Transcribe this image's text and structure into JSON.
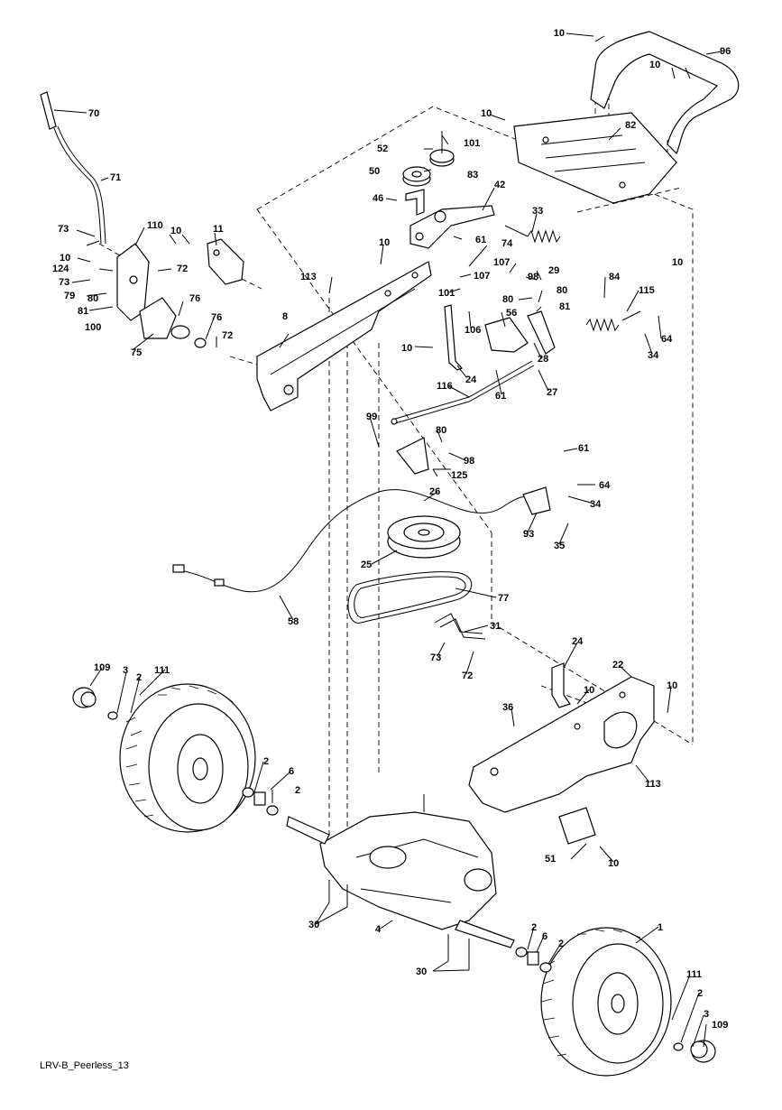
{
  "footer": {
    "label": "LRV-B_Peerless_13"
  },
  "callouts": [
    {
      "id": "c10a",
      "text": "10"
    },
    {
      "id": "c96",
      "text": "96"
    },
    {
      "id": "c10b",
      "text": "10"
    },
    {
      "id": "c10c",
      "text": "10"
    },
    {
      "id": "c82",
      "text": "82"
    },
    {
      "id": "c52",
      "text": "52"
    },
    {
      "id": "c101a",
      "text": "101"
    },
    {
      "id": "c50",
      "text": "50"
    },
    {
      "id": "c83",
      "text": "83"
    },
    {
      "id": "c46",
      "text": "46"
    },
    {
      "id": "c42",
      "text": "42"
    },
    {
      "id": "c33",
      "text": "33"
    },
    {
      "id": "c10d",
      "text": "10"
    },
    {
      "id": "c10e",
      "text": "10"
    },
    {
      "id": "c61a",
      "text": "61"
    },
    {
      "id": "c74",
      "text": "74"
    },
    {
      "id": "c70",
      "text": "70"
    },
    {
      "id": "c71",
      "text": "71"
    },
    {
      "id": "c73a",
      "text": "73"
    },
    {
      "id": "c110",
      "text": "110"
    },
    {
      "id": "c10f",
      "text": "10"
    },
    {
      "id": "c11",
      "text": "11"
    },
    {
      "id": "c10g",
      "text": "10"
    },
    {
      "id": "c124",
      "text": "124"
    },
    {
      "id": "c72a",
      "text": "72"
    },
    {
      "id": "c73b",
      "text": "73"
    },
    {
      "id": "c79",
      "text": "79"
    },
    {
      "id": "c80a",
      "text": "80"
    },
    {
      "id": "c81a",
      "text": "81"
    },
    {
      "id": "c100",
      "text": "100"
    },
    {
      "id": "c76a",
      "text": "76"
    },
    {
      "id": "c76b",
      "text": "76"
    },
    {
      "id": "c72b",
      "text": "72"
    },
    {
      "id": "c75",
      "text": "75"
    },
    {
      "id": "c113a",
      "text": "113"
    },
    {
      "id": "c8",
      "text": "8"
    },
    {
      "id": "c107a",
      "text": "107"
    },
    {
      "id": "c107b",
      "text": "107"
    },
    {
      "id": "c98a",
      "text": "98"
    },
    {
      "id": "c29",
      "text": "29"
    },
    {
      "id": "c84",
      "text": "84"
    },
    {
      "id": "c115",
      "text": "115"
    },
    {
      "id": "c101b",
      "text": "101"
    },
    {
      "id": "c80b",
      "text": "80"
    },
    {
      "id": "c80c",
      "text": "80"
    },
    {
      "id": "c81b",
      "text": "81"
    },
    {
      "id": "c56",
      "text": "56"
    },
    {
      "id": "c106",
      "text": "106"
    },
    {
      "id": "c10h",
      "text": "10"
    },
    {
      "id": "c24a",
      "text": "24"
    },
    {
      "id": "c28",
      "text": "28"
    },
    {
      "id": "c64a",
      "text": "64"
    },
    {
      "id": "c34a",
      "text": "34"
    },
    {
      "id": "c116",
      "text": "116"
    },
    {
      "id": "c61b",
      "text": "61"
    },
    {
      "id": "c27",
      "text": "27"
    },
    {
      "id": "c99",
      "text": "99"
    },
    {
      "id": "c80d",
      "text": "80"
    },
    {
      "id": "c98b",
      "text": "98"
    },
    {
      "id": "c125",
      "text": "125"
    },
    {
      "id": "c61c",
      "text": "61"
    },
    {
      "id": "c64b",
      "text": "64"
    },
    {
      "id": "c26",
      "text": "26"
    },
    {
      "id": "c34b",
      "text": "34"
    },
    {
      "id": "c93",
      "text": "93"
    },
    {
      "id": "c35",
      "text": "35"
    },
    {
      "id": "c25",
      "text": "25"
    },
    {
      "id": "c77",
      "text": "77"
    },
    {
      "id": "c58",
      "text": "58"
    },
    {
      "id": "c31",
      "text": "31"
    },
    {
      "id": "c73c",
      "text": "73"
    },
    {
      "id": "c72c",
      "text": "72"
    },
    {
      "id": "c24b",
      "text": "24"
    },
    {
      "id": "c22",
      "text": "22"
    },
    {
      "id": "c109a",
      "text": "109"
    },
    {
      "id": "c3a",
      "text": "3"
    },
    {
      "id": "c2a",
      "text": "2"
    },
    {
      "id": "c111a",
      "text": "111"
    },
    {
      "id": "c10i",
      "text": "10"
    },
    {
      "id": "c10j",
      "text": "10"
    },
    {
      "id": "c36",
      "text": "36"
    },
    {
      "id": "c113b",
      "text": "113"
    },
    {
      "id": "c2b",
      "text": "2"
    },
    {
      "id": "c6a",
      "text": "6"
    },
    {
      "id": "c2c",
      "text": "2"
    },
    {
      "id": "c51",
      "text": "51"
    },
    {
      "id": "c10k",
      "text": "10"
    },
    {
      "id": "c30a",
      "text": "30"
    },
    {
      "id": "c4",
      "text": "4"
    },
    {
      "id": "c1",
      "text": "1"
    },
    {
      "id": "c2d",
      "text": "2"
    },
    {
      "id": "c6b",
      "text": "6"
    },
    {
      "id": "c2e",
      "text": "2"
    },
    {
      "id": "c30b",
      "text": "30"
    },
    {
      "id": "c111b",
      "text": "111"
    },
    {
      "id": "c2f",
      "text": "2"
    },
    {
      "id": "c3b",
      "text": "3"
    },
    {
      "id": "c109b",
      "text": "109"
    }
  ]
}
